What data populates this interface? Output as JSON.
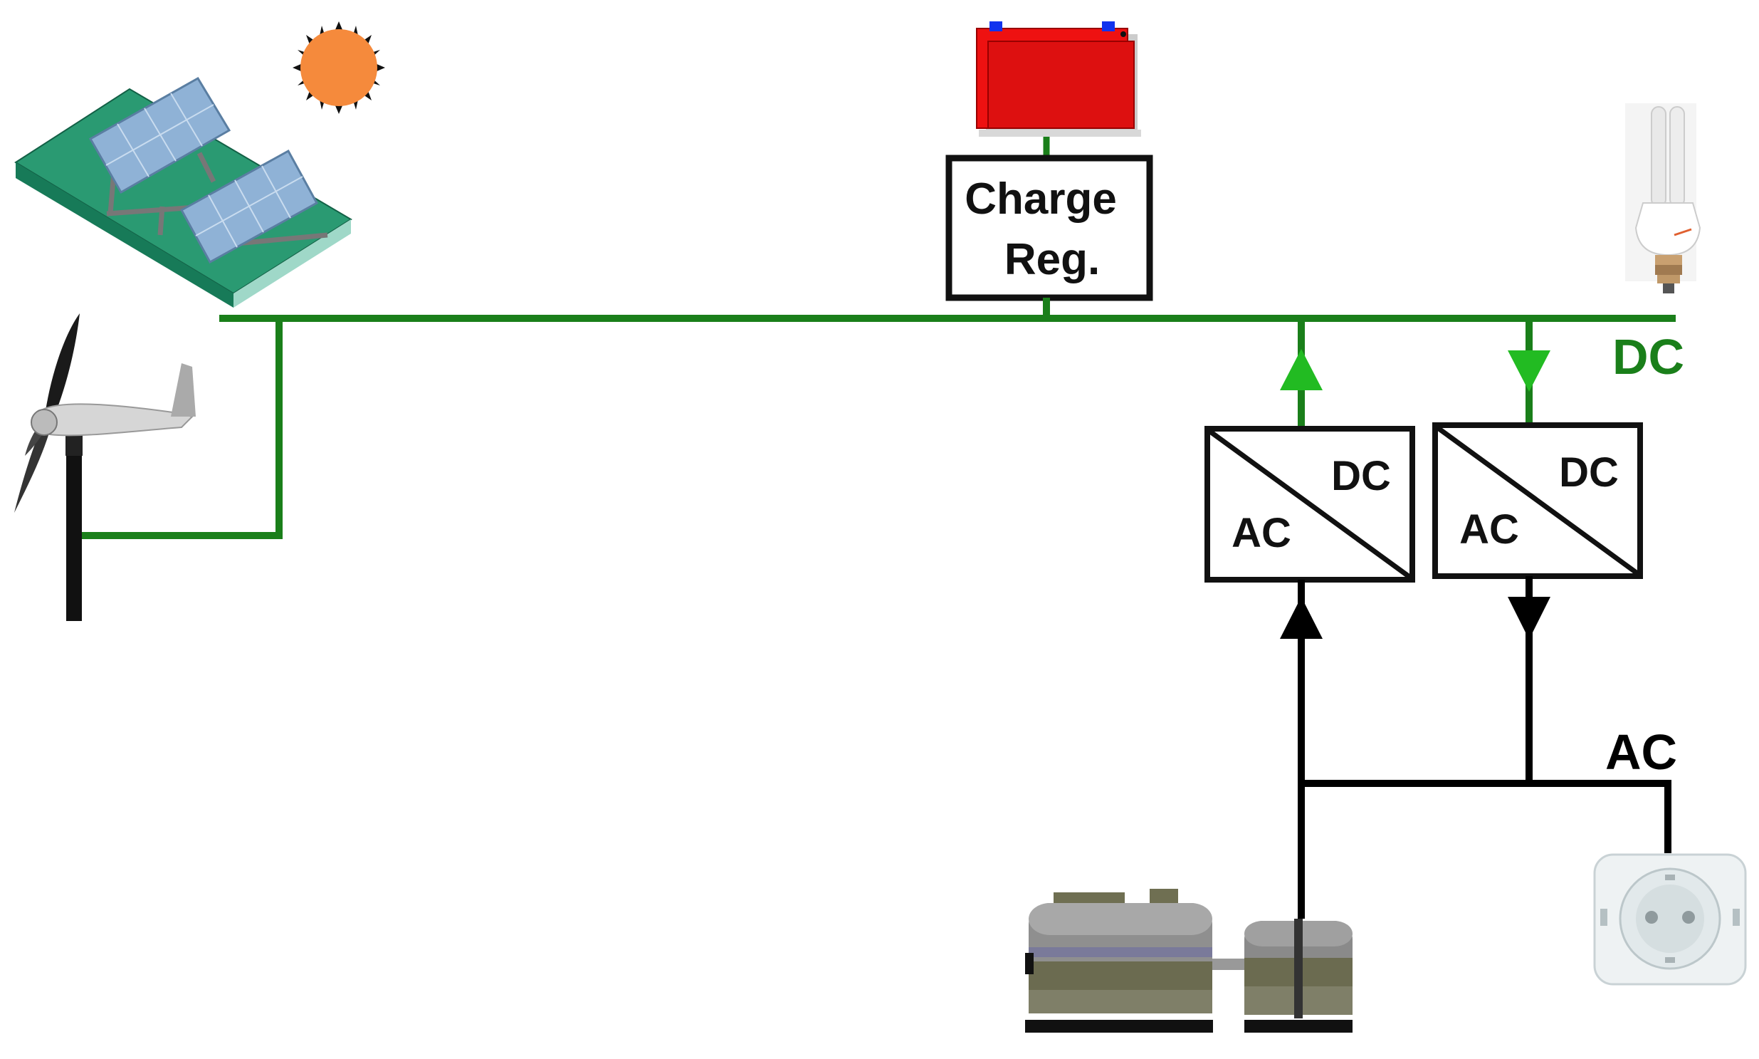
{
  "labels": {
    "charge_regulator_line1": "Charge",
    "charge_regulator_line2": "Reg.",
    "dc_bus": "DC",
    "ac_bus": "AC",
    "converter_left": {
      "ac": "AC",
      "dc": "DC"
    },
    "converter_right": {
      "ac": "AC",
      "dc": "DC"
    }
  },
  "components": {
    "solar_panels": "solar-panel-icon",
    "sun": "sun-icon",
    "wind_turbine": "wind-turbine-icon",
    "battery": "battery-icon",
    "lamp": "light-bulb-icon",
    "generator": "diesel-generator-icon",
    "socket": "power-socket-icon"
  },
  "colors": {
    "dc_line": "#1a7f1a",
    "dc_arrow": "#22bb22",
    "ac_line": "#000000",
    "battery": "#ee1111",
    "sun": "#f58a3c",
    "solar_base": "#2a9a72",
    "solar_cell": "#8fb2d6"
  }
}
